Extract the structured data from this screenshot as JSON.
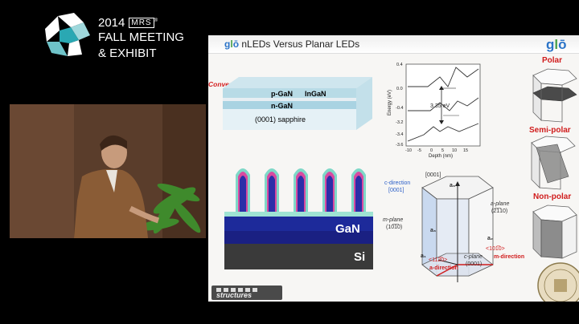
{
  "header": {
    "year": "2014",
    "org_short": "MRS",
    "reg_mark": "®",
    "line2": "FALL MEETING",
    "line3": "& EXHIBIT"
  },
  "slide": {
    "title_prefix": {
      "g": "g",
      "l": "l",
      "o": "ō"
    },
    "title_text": "nLEDs Versus Planar LEDs",
    "conventional_label": "Conventional LED structure",
    "layer_pgan": "p-GaN",
    "layer_ingan": "InGaN",
    "layer_ngan": "n-GaN",
    "layer_sapphire": "(0001) sapphire",
    "nanowire_gan": "GaN",
    "nanowire_si": "Si",
    "band_diagram": {
      "gap_label": "3.35 eV",
      "ylabel": "Energy (eV)",
      "xlabel": "Depth (nm)",
      "y_ticks": [
        "0.4",
        "0.0",
        "-0.4",
        "-3.2",
        "-3.4",
        "-3.6"
      ],
      "x_ticks": [
        "-10",
        "-5",
        "0",
        "5",
        "10",
        "15"
      ]
    },
    "crystal": {
      "c_direction": "c-direction",
      "c_dir_index": "[0001]",
      "top_index": "[0001]",
      "m_plane": "m-plane",
      "m_plane_index": "(10̅1̅0)",
      "a_plane": "a-plane",
      "a_plane_index": "(2̅1̅10)",
      "c_plane": "c-plane",
      "c_plane_index": "(0001)",
      "a_direction": "a-direction",
      "a_dir_index": "<112̅0>",
      "m_direction": "m-direction",
      "m_dir_index": "<101̅0>",
      "vec_a1": "a₁",
      "vec_a2": "a₂",
      "vec_a3": "a₃",
      "vec_c": "a₃"
    },
    "polarity": {
      "logo_g": "g",
      "logo_l": "l",
      "logo_o": "ō",
      "polar": "Polar",
      "semi_polar": "Semi-polar",
      "non_polar": "Non-polar"
    },
    "footer_logo": "structures"
  }
}
